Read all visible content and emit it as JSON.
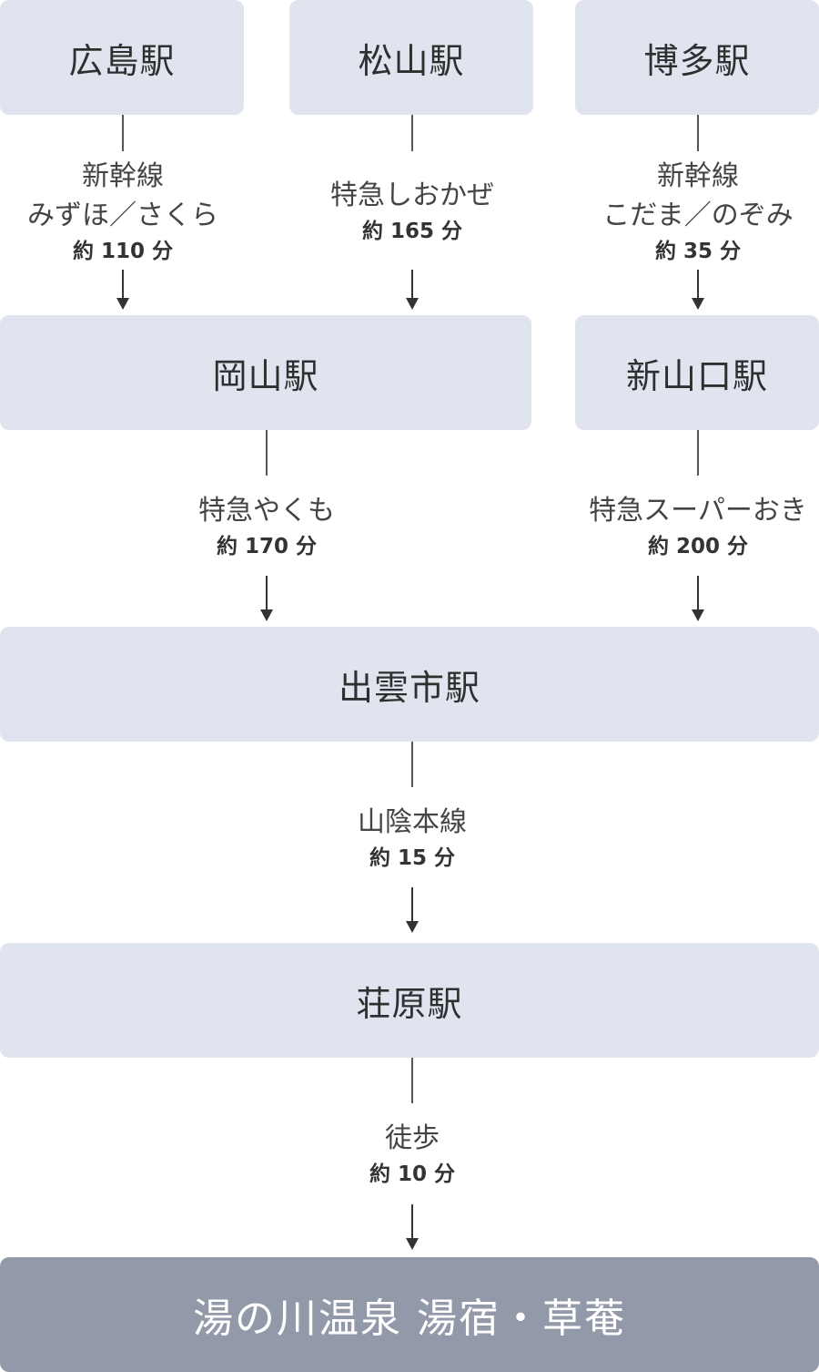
{
  "stations": {
    "hiroshima": "広島駅",
    "matsuyama": "松山駅",
    "hakata": "博多駅",
    "okayama": "岡山駅",
    "shinyamaguchi": "新山口駅",
    "izumoshi": "出雲市駅",
    "shobara": "荘原駅",
    "destination": "湯の川温泉 湯宿・草菴"
  },
  "routes": {
    "hiroshima_okayama": {
      "line1": "新幹線",
      "line2": "みずほ／さくら",
      "time": "約 110 分"
    },
    "matsuyama_okayama": {
      "line1": "特急しおかぜ",
      "time": "約 165 分"
    },
    "hakata_shinyamaguchi": {
      "line1": "新幹線",
      "line2": "こだま／のぞみ",
      "time": "約 35 分"
    },
    "okayama_izumoshi": {
      "line1": "特急やくも",
      "time": "約 170 分"
    },
    "shinyamaguchi_izumoshi": {
      "line1": "特急スーパーおき",
      "time": "約 200 分"
    },
    "izumoshi_shobara": {
      "line1": "山陰本線",
      "time": "約 15 分"
    },
    "shobara_destination": {
      "line1": "徒歩",
      "time": "約 10 分"
    }
  },
  "colors": {
    "station_box": "#dfe4ee",
    "destination_box": "#9299a9",
    "destination_text": "#ffffff",
    "connector": "#333333"
  }
}
